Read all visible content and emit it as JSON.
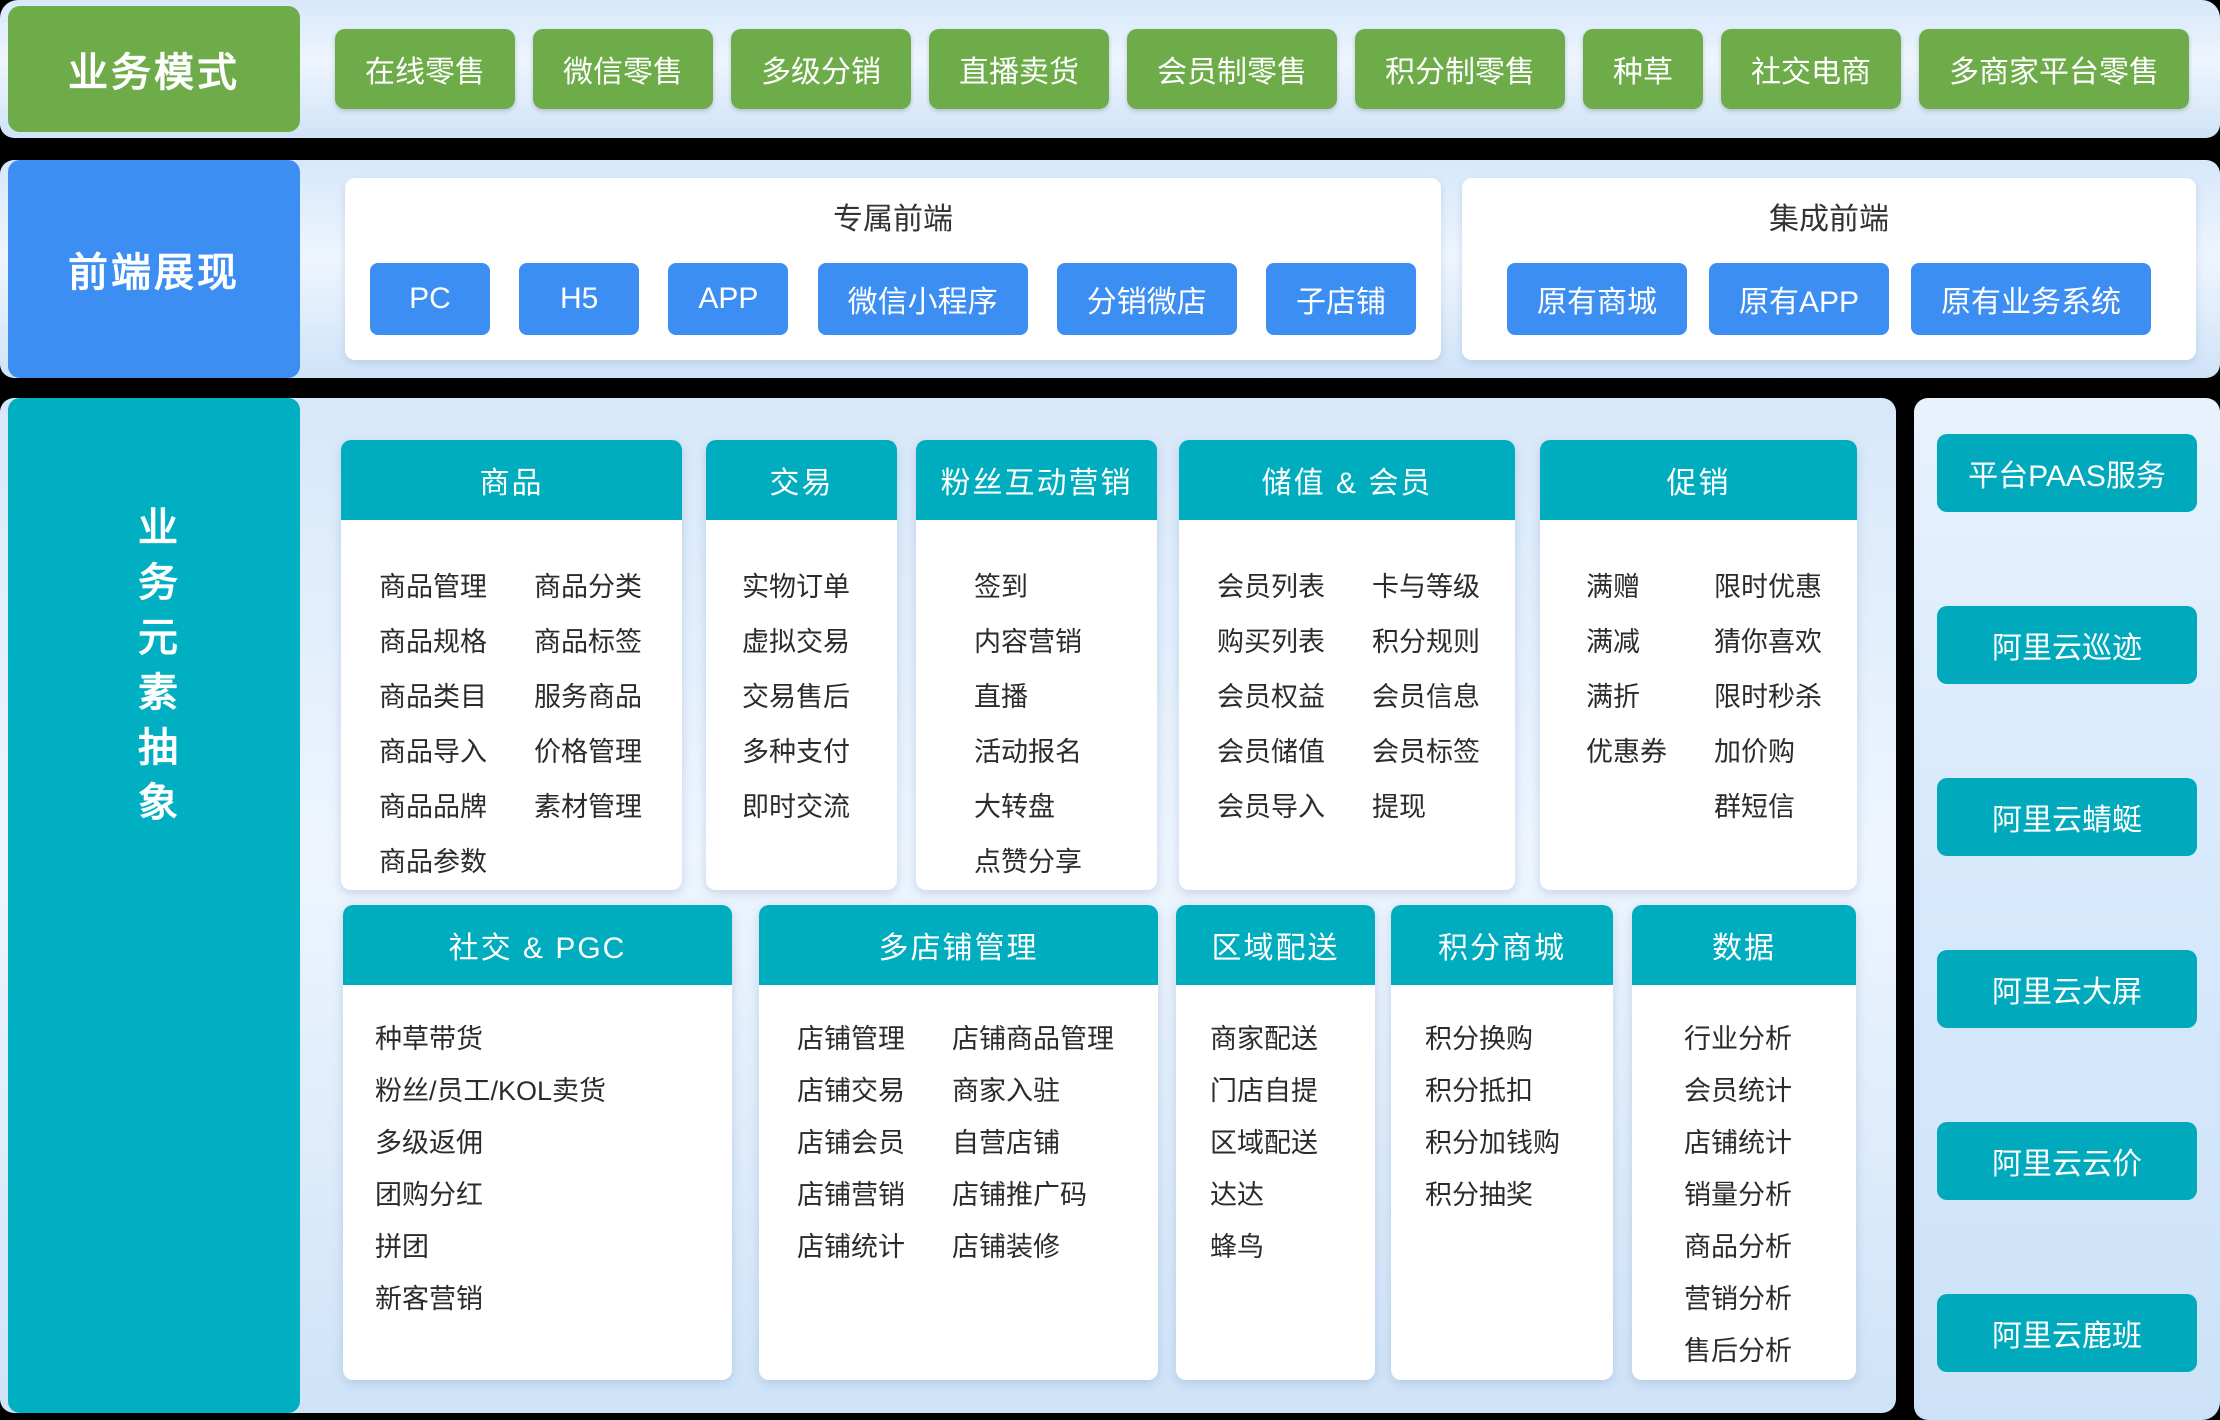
{
  "colors": {
    "green": "#6dac49",
    "blue": "#3d8ef2",
    "teal": "#00adbf",
    "teal_dark": "#00a9bb",
    "background_black": "#000000",
    "panel_light_blue": "#dcebfb",
    "card_white": "#ffffff",
    "item_text": "#2b2b2b"
  },
  "business_models": {
    "label": "业务模式",
    "items": [
      "在线零售",
      "微信零售",
      "多级分销",
      "直播卖货",
      "会员制零售",
      "积分制零售",
      "种草",
      "社交电商",
      "多商家平台零售"
    ]
  },
  "frontend": {
    "label": "前端展现",
    "panels": [
      {
        "title": "专属前端",
        "buttons": [
          "PC",
          "H5",
          "APP",
          "微信小程序",
          "分销微店",
          "子店铺"
        ]
      },
      {
        "title": "集成前端",
        "buttons": [
          "原有商城",
          "原有APP",
          "原有业务系统"
        ]
      }
    ]
  },
  "abstraction": {
    "label": "业务元素抽象",
    "cards": [
      {
        "title": "商品",
        "columns": [
          [
            "商品管理",
            "商品规格",
            "商品类目",
            "商品导入",
            "商品品牌",
            "商品参数"
          ],
          [
            "商品分类",
            "商品标签",
            "服务商品",
            "价格管理",
            "素材管理"
          ]
        ]
      },
      {
        "title": "交易",
        "columns": [
          [
            "实物订单",
            "虚拟交易",
            "交易售后",
            "多种支付",
            "即时交流"
          ]
        ]
      },
      {
        "title": "粉丝互动营销",
        "columns": [
          [
            "签到",
            "内容营销",
            "直播",
            "活动报名",
            "大转盘",
            "点赞分享"
          ]
        ]
      },
      {
        "title": "储值 & 会员",
        "columns": [
          [
            "会员列表",
            "购买列表",
            "会员权益",
            "会员储值",
            "会员导入"
          ],
          [
            "卡与等级",
            "积分规则",
            "会员信息",
            "会员标签",
            "提现"
          ]
        ]
      },
      {
        "title": "促销",
        "columns": [
          [
            "满赠",
            "满减",
            "满折",
            "优惠券"
          ],
          [
            "限时优惠",
            "猜你喜欢",
            "限时秒杀",
            "加价购",
            "群短信"
          ]
        ]
      },
      {
        "title": "社交 & PGC",
        "columns": [
          [
            "种草带货",
            "粉丝/员工/KOL卖货",
            "多级返佣",
            "团购分红",
            "拼团",
            "新客营销"
          ]
        ]
      },
      {
        "title": "多店铺管理",
        "columns": [
          [
            "店铺管理",
            "店铺交易",
            "店铺会员",
            "店铺营销",
            "店铺统计"
          ],
          [
            "店铺商品管理",
            "商家入驻",
            "自营店铺",
            "店铺推广码",
            "店铺装修"
          ]
        ]
      },
      {
        "title": "区域配送",
        "columns": [
          [
            "商家配送",
            "门店自提",
            "区域配送",
            "达达",
            "蜂鸟"
          ]
        ]
      },
      {
        "title": "积分商城",
        "columns": [
          [
            "积分换购",
            "积分抵扣",
            "积分加钱购",
            "积分抽奖"
          ]
        ]
      },
      {
        "title": "数据",
        "columns": [
          [
            "行业分析",
            "会员统计",
            "店铺统计",
            "销量分析",
            "商品分析",
            "营销分析",
            "售后分析"
          ]
        ]
      }
    ]
  },
  "paas": {
    "items": [
      "平台PAAS服务",
      "阿里云巡迹",
      "阿里云蜻蜓",
      "阿里云大屏",
      "阿里云云价",
      "阿里云鹿班"
    ]
  }
}
